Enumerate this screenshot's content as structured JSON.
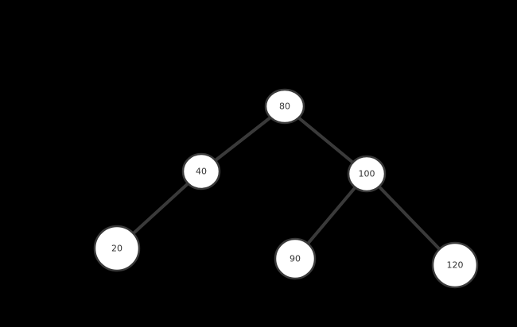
{
  "tree": {
    "nodes": {
      "n80": {
        "label": "80"
      },
      "n40": {
        "label": "40"
      },
      "n100": {
        "label": "100"
      },
      "n20": {
        "label": "20"
      },
      "n90": {
        "label": "90"
      },
      "n120": {
        "label": "120"
      }
    },
    "edges": [
      {
        "from": "n80",
        "to": "n40"
      },
      {
        "from": "n80",
        "to": "n100"
      },
      {
        "from": "n40",
        "to": "n20"
      },
      {
        "from": "n100",
        "to": "n90"
      },
      {
        "from": "n100",
        "to": "n120"
      }
    ]
  },
  "colors": {
    "background": "#000000",
    "edge": "#3a3a3a",
    "node_fill": "#ffffff",
    "node_stroke": "#3a3a3a",
    "label": "#333333"
  }
}
